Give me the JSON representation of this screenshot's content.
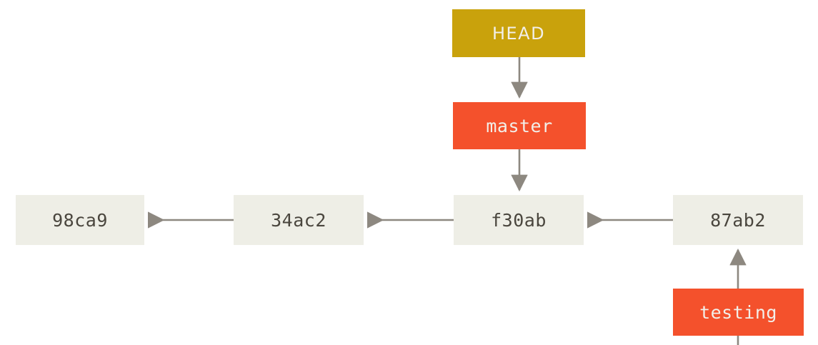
{
  "diagram": {
    "title": "Git branch pointer diagram",
    "background_color": "#ffffff",
    "colors": {
      "commit_fill": "#eeeee6",
      "commit_text": "#4a463e",
      "branch_fill": "#f4512c",
      "branch_text": "#f2efe9",
      "head_fill": "#c9a20c",
      "head_text": "#f2efe9",
      "arrow": "#8c8madeup"
    },
    "arrow_color": "#8d8880"
  },
  "nodes": {
    "head": {
      "label": "HEAD",
      "type": "head-pointer"
    },
    "master": {
      "label": "master",
      "type": "branch-pointer"
    },
    "testing": {
      "label": "testing",
      "type": "branch-pointer"
    },
    "commit_98ca9": {
      "label": "98ca9",
      "type": "commit"
    },
    "commit_34ac2": {
      "label": "34ac2",
      "type": "commit"
    },
    "commit_f30ab": {
      "label": "f30ab",
      "type": "commit"
    },
    "commit_87ab2": {
      "label": "87ab2",
      "type": "commit"
    }
  },
  "edges": [
    {
      "from": "HEAD",
      "to": "master",
      "direction": "down"
    },
    {
      "from": "master",
      "to": "f30ab",
      "direction": "down"
    },
    {
      "from": "34ac2",
      "to": "98ca9",
      "direction": "left"
    },
    {
      "from": "f30ab",
      "to": "34ac2",
      "direction": "left"
    },
    {
      "from": "87ab2",
      "to": "f30ab",
      "direction": "left"
    },
    {
      "from": "testing",
      "to": "87ab2",
      "direction": "up"
    }
  ]
}
